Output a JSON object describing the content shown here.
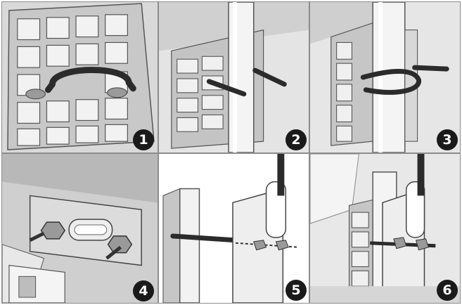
{
  "figure": {
    "panels": [
      {
        "step": "1",
        "icon": "u-bolt-through-grid-icon"
      },
      {
        "step": "2",
        "icon": "u-bolt-around-mast-icon"
      },
      {
        "step": "3",
        "icon": "u-bolt-inserted-icon"
      },
      {
        "step": "4",
        "icon": "nuts-on-bracket-icon"
      },
      {
        "step": "5",
        "icon": "mount-bracket-icon"
      },
      {
        "step": "6",
        "icon": "bracket-mounted-icon"
      }
    ],
    "colors": {
      "background": "#ffffff",
      "panel": "#e6e6e6",
      "outline": "#4a4a4a",
      "dark": "#2b2b2b",
      "badge": "#1a1a1a"
    }
  }
}
